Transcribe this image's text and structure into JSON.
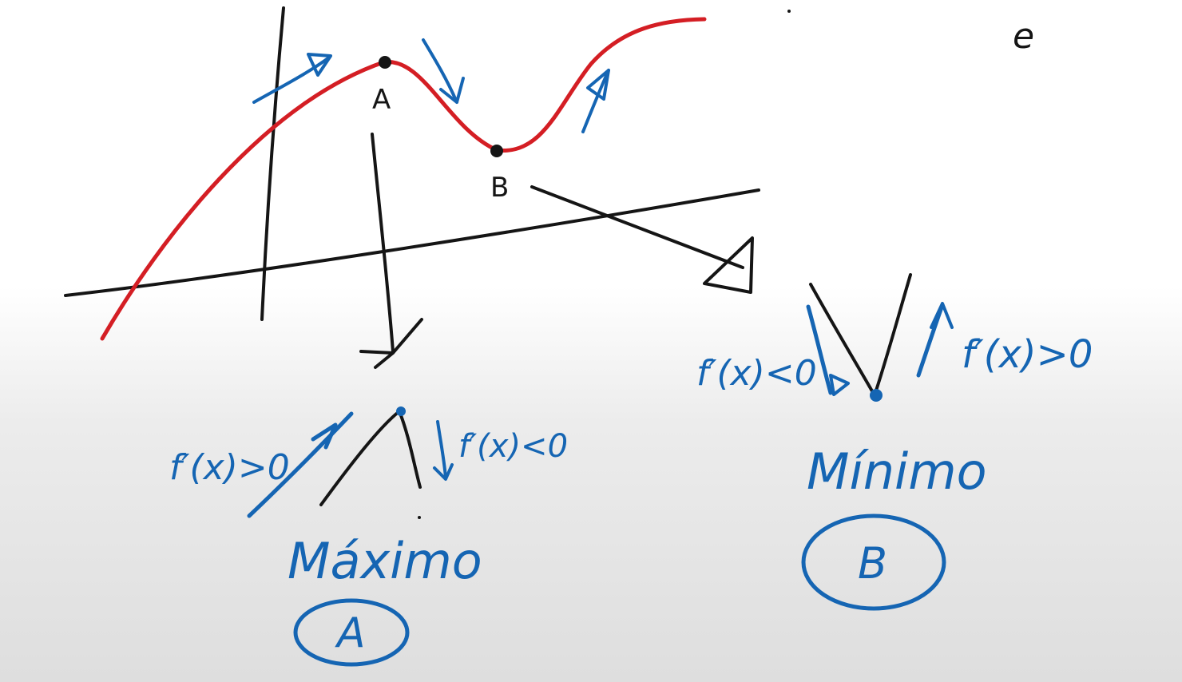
{
  "labels": {
    "corner": "e",
    "point_a": "A",
    "point_b": "B",
    "max_left": "f′(x)>0",
    "max_right": "f′(x)<0",
    "max_title": "Máximo",
    "max_circle": "A",
    "min_left": "f′(x)<0",
    "min_right": "f′(x)>0",
    "min_title": "Mínimo",
    "min_circle": "B"
  },
  "colors": {
    "curve": "#d41e24",
    "annotation": "#1565b3",
    "axes": "#151515"
  },
  "icons": {
    "increasing": "arrow-up-right-icon",
    "decreasing": "arrow-down-icon"
  }
}
